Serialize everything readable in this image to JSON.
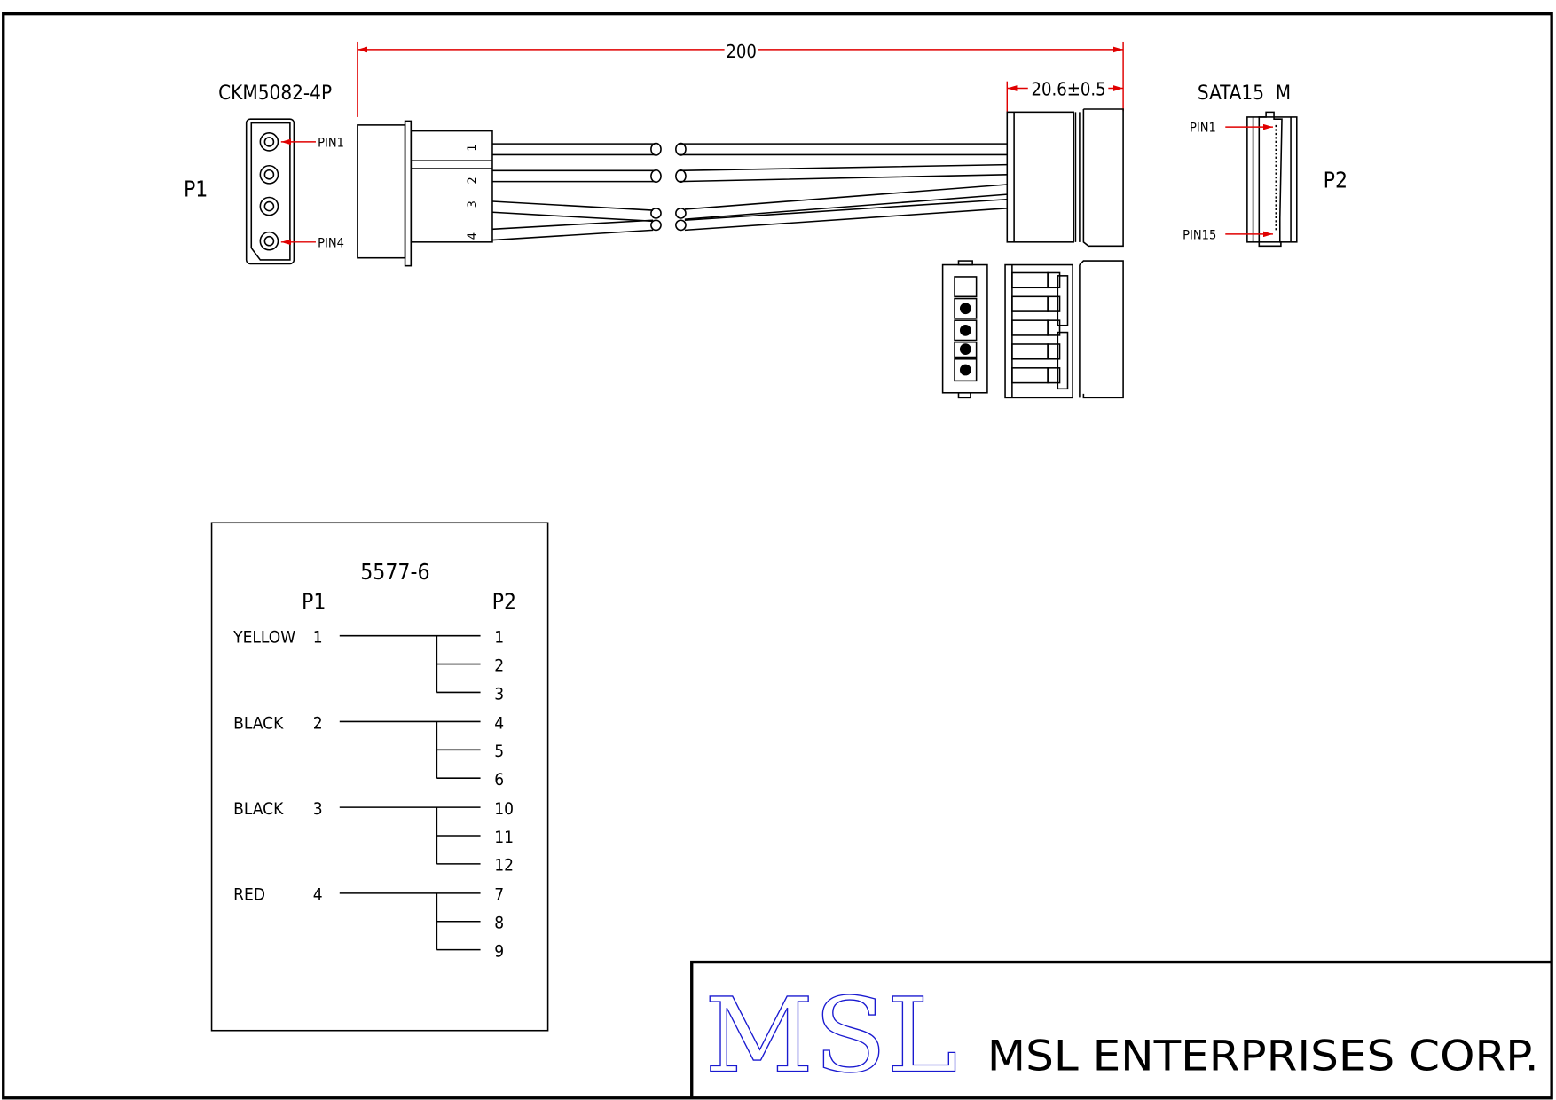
{
  "drawing": {
    "dim_length": "200",
    "dim_connector": "20.6±0.5",
    "p1_part": "CKM5082-4P",
    "p1_label": "P1",
    "p1_pin_first": "PIN1",
    "p1_pin_last": "PIN4",
    "p1_side_pins": [
      "1",
      "2",
      "3",
      "4"
    ],
    "p2_part": "SATA15  M",
    "p2_label": "P2",
    "p2_pin_first": "PIN1",
    "p2_pin_last": "PIN15",
    "dim_color": "#e00000"
  },
  "wiring_table": {
    "title": "5577-6",
    "col_p1": "P1",
    "col_p2": "P2",
    "rows": [
      {
        "color": "YELLOW",
        "p1": "1",
        "p2": [
          "1",
          "2",
          "3"
        ]
      },
      {
        "color": "BLACK",
        "p1": "2",
        "p2": [
          "4",
          "5",
          "6"
        ]
      },
      {
        "color": "BLACK",
        "p1": "3",
        "p2": [
          "10",
          "11",
          "12"
        ]
      },
      {
        "color": "RED",
        "p1": "4",
        "p2": [
          "7",
          "8",
          "9"
        ]
      }
    ]
  },
  "title_block": {
    "logo": "MSL",
    "company": "MSL ENTERPRISES CORP.",
    "logo_color": "#1a1ad0"
  }
}
